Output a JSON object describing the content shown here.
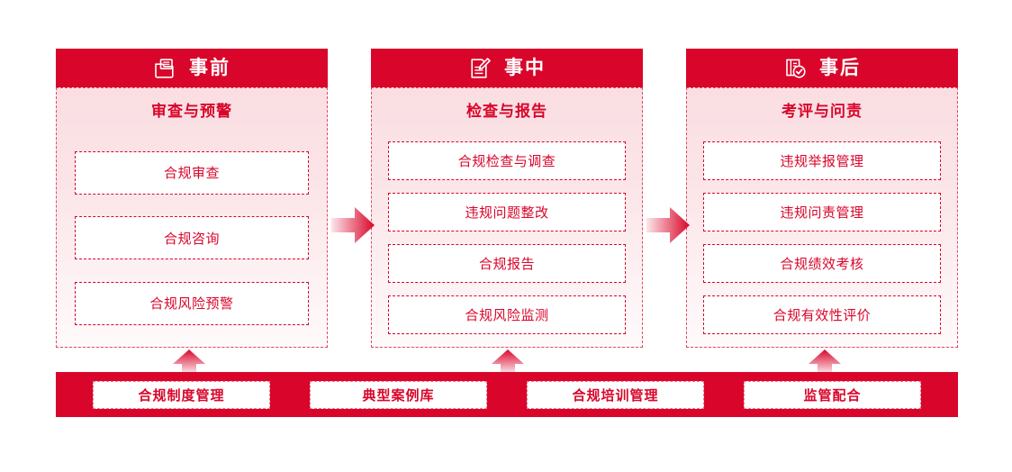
{
  "theme": {
    "primary_red": "#D9052A",
    "panel_pink": "#FADEE2",
    "item_bg": "#FFFFFF"
  },
  "columns": [
    {
      "icon": "folder-document-icon",
      "title": "事前",
      "subtitle": "审查与预警",
      "items": [
        "合规审查",
        "合规咨询",
        "合规风险预警"
      ]
    },
    {
      "icon": "document-edit-icon",
      "title": "事中",
      "subtitle": "检查与报告",
      "items": [
        "合规检查与调查",
        "违规问题整改",
        "合规报告",
        "合规风险监测"
      ]
    },
    {
      "icon": "document-check-icon",
      "title": "事后",
      "subtitle": "考评与问责",
      "items": [
        "违规举报管理",
        "违规问责管理",
        "合规绩效考核",
        "合规有效性评价"
      ]
    }
  ],
  "connectors": {
    "horizontal": [
      "arrow-right-icon",
      "arrow-right-icon"
    ],
    "vertical": [
      "arrow-up-icon",
      "arrow-up-icon",
      "arrow-up-icon"
    ]
  },
  "bottom_bar": {
    "items": [
      "合规制度管理",
      "典型案例库",
      "合规培训管理",
      "监管配合"
    ]
  }
}
